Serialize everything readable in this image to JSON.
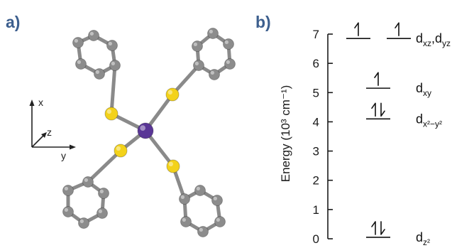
{
  "panel_a": {
    "label": "a)",
    "axes": {
      "x": "x",
      "y": "y",
      "z": "z"
    },
    "colors": {
      "carbon": "#8c8c8c",
      "sulfur": "#f3d21a",
      "metal": "#5a3696",
      "bond": "#8a8a8a"
    }
  },
  "panel_b": {
    "label": "b)",
    "ylabel": "Energy (10³ cm⁻¹)",
    "ymin": 0,
    "ymax": 7,
    "ticks": [
      "0",
      "1",
      "2",
      "3",
      "4",
      "5",
      "6",
      "7"
    ],
    "levels": [
      {
        "name": "d_xz,d_yz",
        "energy": 6.85,
        "electrons": "single-up",
        "degenerate": 2,
        "label_parts": [
          {
            "t": "d",
            "s": ""
          },
          {
            "t": "xz",
            "s": "sub"
          },
          {
            "t": ",d",
            "s": ""
          },
          {
            "t": "yz",
            "s": "sub"
          }
        ]
      },
      {
        "name": "d_xy",
        "energy": 5.15,
        "electrons": "single-up",
        "degenerate": 1,
        "label_parts": [
          {
            "t": "d",
            "s": ""
          },
          {
            "t": "xy",
            "s": "sub"
          }
        ]
      },
      {
        "name": "d_x2-y2",
        "energy": 4.1,
        "electrons": "paired",
        "degenerate": 1,
        "label_parts": [
          {
            "t": "d",
            "s": ""
          },
          {
            "t": "x²−y²",
            "s": "sub"
          }
        ]
      },
      {
        "name": "d_z2",
        "energy": 0.05,
        "electrons": "paired",
        "degenerate": 1,
        "label_parts": [
          {
            "t": "d",
            "s": ""
          },
          {
            "t": "z²",
            "s": "sub"
          }
        ]
      }
    ]
  }
}
